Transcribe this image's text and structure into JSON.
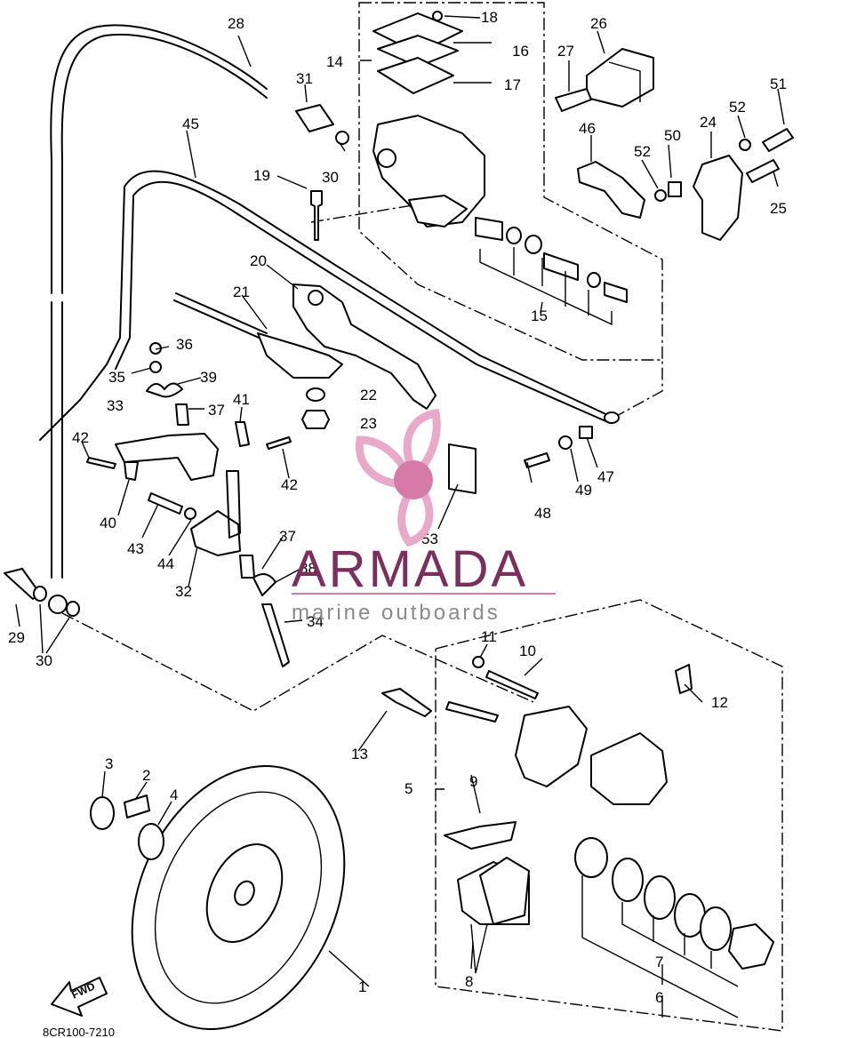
{
  "figure_code": "8CR100-7210",
  "direction_arrow": "FWD",
  "watermark": {
    "brand": "ARMADA",
    "tagline": "marine outboards",
    "logo_icon": "propeller-icon",
    "colors": {
      "logo": "#e9a9c8",
      "logo_center": "#d67aa8",
      "brand_text": "#7b2f5d",
      "tagline_text": "#8a8a8a"
    }
  },
  "callouts": {
    "c1": "1",
    "c2": "2",
    "c3": "3",
    "c4": "4",
    "c5": "5",
    "c6": "6",
    "c7": "7",
    "c8": "8",
    "c9": "9",
    "c10": "10",
    "c11": "11",
    "c12": "12",
    "c13": "13",
    "c14": "14",
    "c15": "15",
    "c16": "16",
    "c17": "17",
    "c18": "18",
    "c19": "19",
    "c20": "20",
    "c21": "21",
    "c22": "22",
    "c23": "23",
    "c24": "24",
    "c25": "25",
    "c26": "26",
    "c27": "27",
    "c28": "28",
    "c29": "29",
    "c30a": "30",
    "c30b": "30",
    "c31": "31",
    "c32": "32",
    "c33": "33",
    "c34": "34",
    "c35": "35",
    "c36": "36",
    "c37a": "37",
    "c37b": "37",
    "c38": "38",
    "c39": "39",
    "c40": "40",
    "c41": "41",
    "c42a": "42",
    "c42b": "42",
    "c43": "43",
    "c44": "44",
    "c45": "45",
    "c46": "46",
    "c47": "47",
    "c48": "48",
    "c49": "49",
    "c50": "50",
    "c51": "51",
    "c52a": "52",
    "c52b": "52",
    "c53": "53"
  }
}
